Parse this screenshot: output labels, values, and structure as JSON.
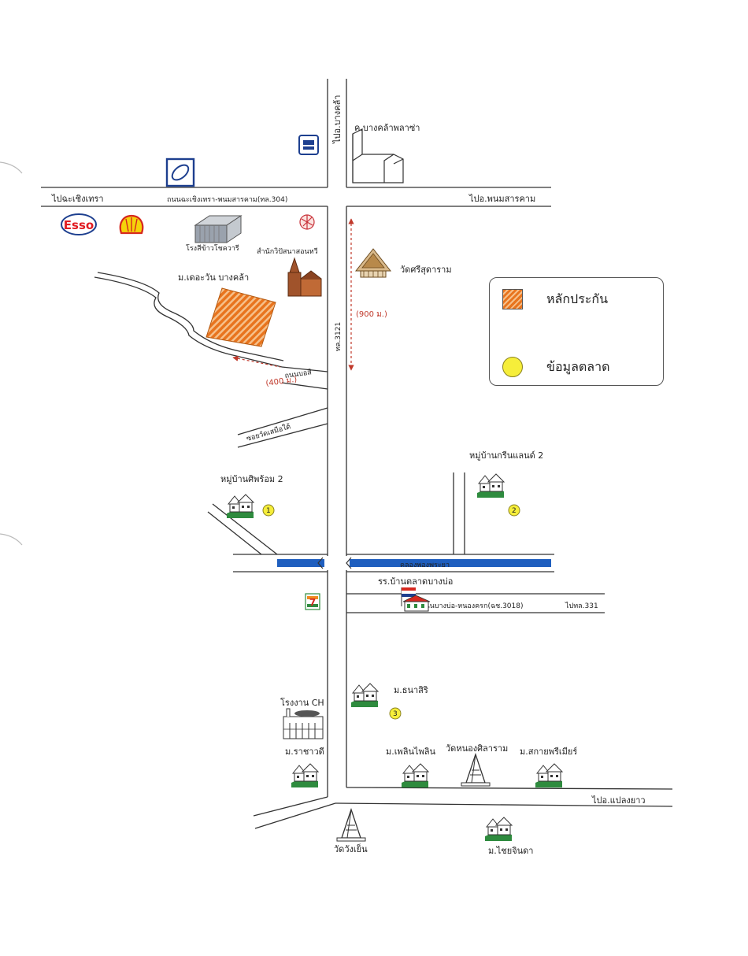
{
  "roads": {
    "top_north": "ไปอ.บางคล้า",
    "main_left": "ไปฉะเชิงเทรา",
    "main_center": "ถนนฉะเชิงเทรา-พนมสารคาม(ทล.304)",
    "main_right": "ไปอ.พนมสารคาม",
    "vertical": "ทล.3121",
    "side_road": "ถนนบอสี",
    "soi": "ซอยวัดเสมือใต้",
    "canal": "คลองพองพระยา",
    "lower_road": "ถนนบางบ่อ-หนองครก(ฉช.3018)",
    "lower_road_right": "ไปทล.331",
    "bottom_right": "ไปอ.แปลงยาว"
  },
  "distances": {
    "d900": "(900 ม.)",
    "d400": "(400 ม.)"
  },
  "places": {
    "plaza": "ค.บางคล้าพลาซ่า",
    "rice_mill": "โรงสีข้าวโชควารี",
    "office": "สำนักวิปัสนาสอนหวี",
    "wat_sri": "วัดศรีสุดาราม",
    "subject_estate": "ม.เดอะวัน บางคล้า",
    "village1": "หมู่บ้านศิพร้อม 2",
    "village2": "หมู่บ้านกรีนแลนด์ 2",
    "school": "รร.บ้านตลาดบางบ่อ",
    "factory": "โรงงาน CH",
    "tanasiri": "ม.ธนาสิริ",
    "rachawadee": "ม.ราชาวดี",
    "ploenplin": "ม.เพลินไพลิน",
    "wat_nong": "วัดหนองศิลาราม",
    "sakai": "ม.สกายพรีเมียร์",
    "wat_wang": "วัดวังเย็น",
    "chaiyachinda": "ม.ไชยจินดา"
  },
  "brands": {
    "esso": "Esso",
    "seven": "7"
  },
  "markers": [
    "1",
    "2",
    "3"
  ],
  "legend": {
    "collateral": "หลักประกัน",
    "market": "ข้อมูลตลาด"
  },
  "colors": {
    "collateral_fill": "#e8741e",
    "market_dot": "#f6ee3a",
    "canal": "#1f5fbf",
    "distance_arrow": "#c0392b"
  },
  "icons": [
    "bank-logo-icon",
    "ptt-logo-icon",
    "esso-logo-icon",
    "shell-logo-icon",
    "warehouse-icon",
    "yarn-icon",
    "church-icon",
    "temple-icon",
    "house-icon",
    "school-icon",
    "seven-eleven-icon",
    "factory-icon",
    "stupa-icon"
  ]
}
